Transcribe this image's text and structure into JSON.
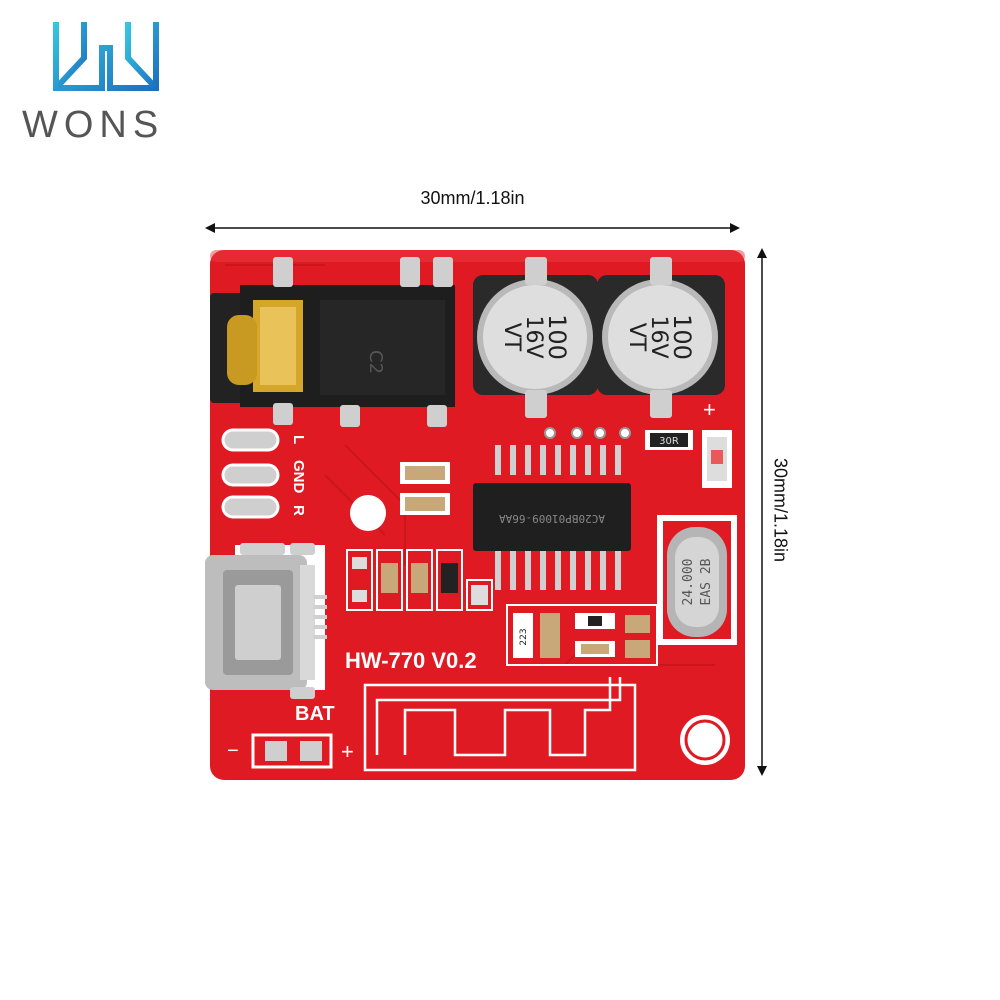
{
  "logo": {
    "text": "WONS",
    "colors": {
      "cyan": "#2bb7d8",
      "blue": "#1e6fc0"
    }
  },
  "dimensions": {
    "width_label": "30mm/1.18in",
    "height_label": "30mm/1.18in"
  },
  "board": {
    "model_label": "HW-770 V0.2",
    "bat_label": "BAT",
    "jack_labels": {
      "l": "L",
      "gnd": "GND",
      "r": "R"
    },
    "capacitor_text": {
      "value": "100",
      "voltage": "16V",
      "series": "VT"
    },
    "crystal_text": {
      "freq": "24.000",
      "code": "EAS 2B"
    },
    "chip_text": "AC20BP01009-66AA",
    "resistor_text": "30R",
    "small_resistor_text": "223",
    "colors": {
      "pcb": "#e01a22",
      "pcb_dark": "#c4141b",
      "silk": "#ffffff",
      "pad": "#c9c9c9"
    }
  }
}
